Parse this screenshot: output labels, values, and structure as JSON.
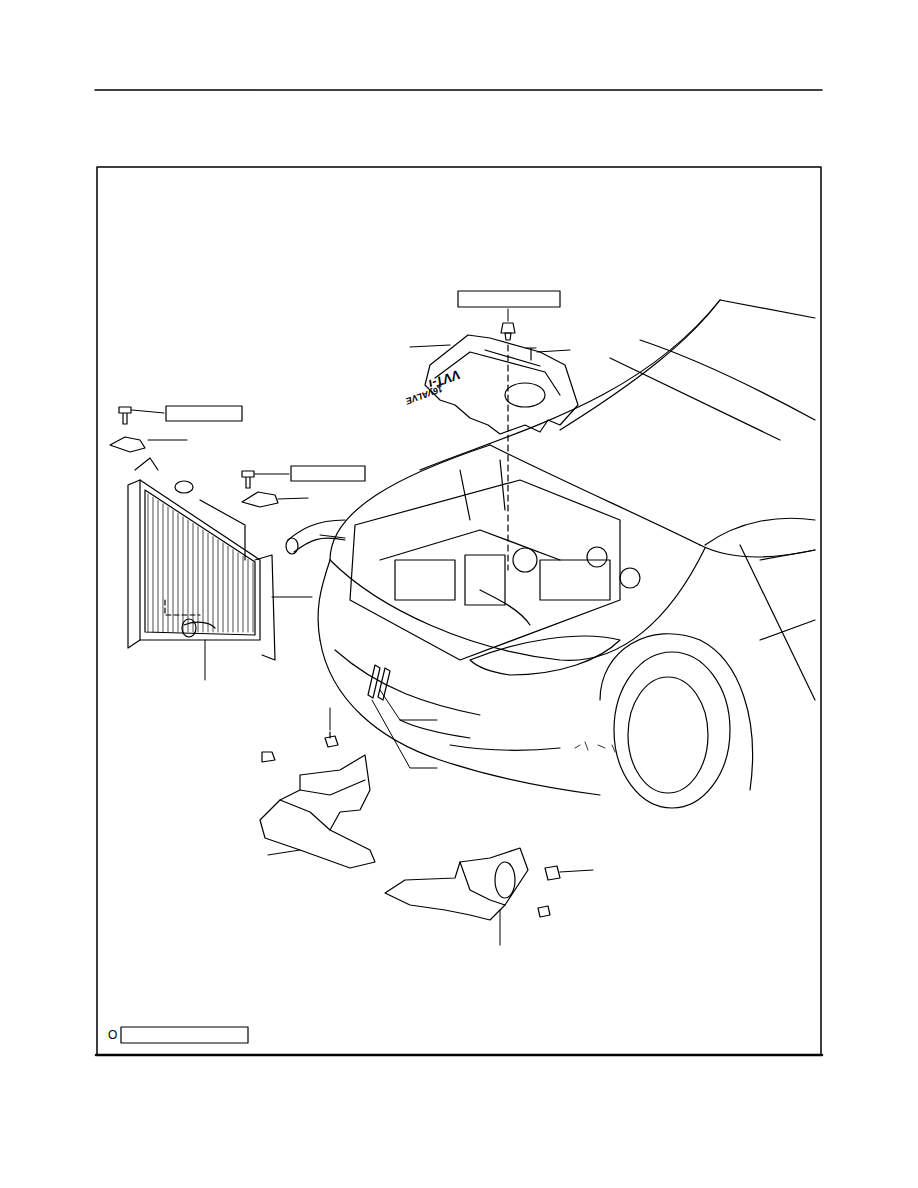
{
  "diagram": {
    "labels": [
      "VVT-i",
      "16VALVE",
      "O"
    ]
  }
}
